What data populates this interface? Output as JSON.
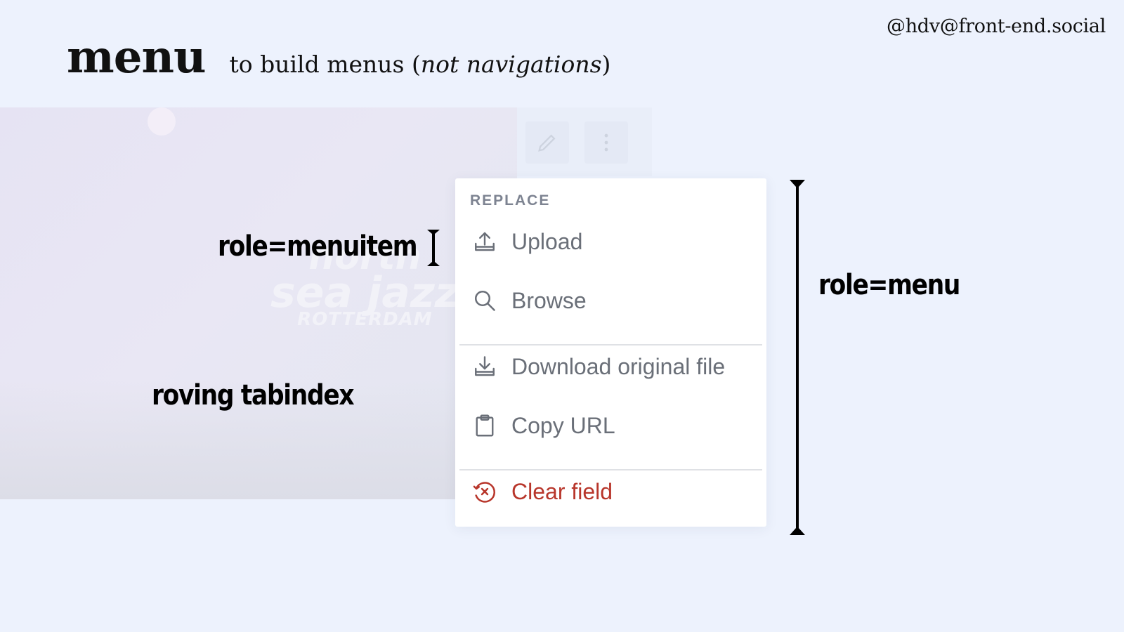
{
  "handle": "@hdv@front-end.social",
  "title": {
    "element": "menu",
    "subtitle_prefix": "to build menus (",
    "subtitle_emphasis": "not navigations",
    "subtitle_suffix": ")"
  },
  "annotations": {
    "menuitem": "role=menuitem",
    "roving": "roving tabindex",
    "menu": "role=menu"
  },
  "background": {
    "logo_line1": "north",
    "logo_line2": "sea jazz",
    "logo_line3": "ROTTERDAM"
  },
  "menu": {
    "heading": "REPLACE",
    "items": [
      {
        "label": "Upload",
        "icon": "upload-icon"
      },
      {
        "label": "Browse",
        "icon": "search-icon"
      },
      {
        "label": "Download original file",
        "icon": "download-icon"
      },
      {
        "label": "Copy URL",
        "icon": "clipboard-icon"
      },
      {
        "label": "Clear field",
        "icon": "clear-circle-icon"
      }
    ]
  },
  "colors": {
    "slide_bg": "#edf2fd",
    "menu_text": "#6a6f78",
    "heading": "#7d8391",
    "danger": "#b8362b"
  }
}
